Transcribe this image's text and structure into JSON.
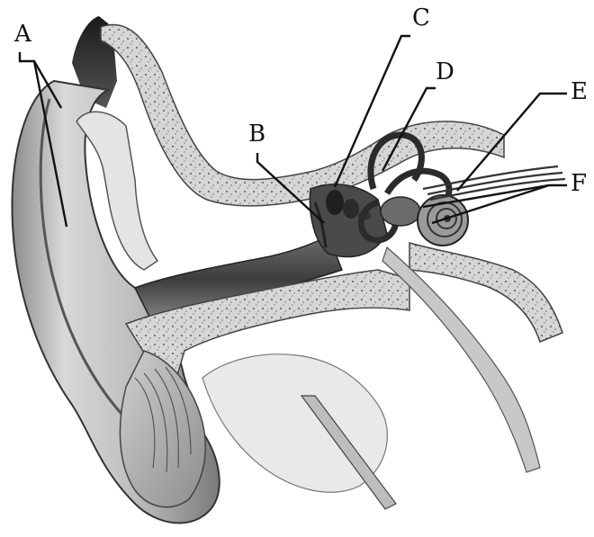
{
  "labels": {
    "a": "A",
    "b": "B",
    "c": "C",
    "d": "D",
    "e": "E",
    "f": "F"
  },
  "colors": {
    "ink": "#111111",
    "skin_light": "#d9d9d9",
    "skin_mid": "#a6a6a6",
    "skin_dark": "#5a5a5a",
    "bone": "#cfcfcf",
    "canal_dark": "#2a2a2a",
    "background": "#ffffff"
  }
}
